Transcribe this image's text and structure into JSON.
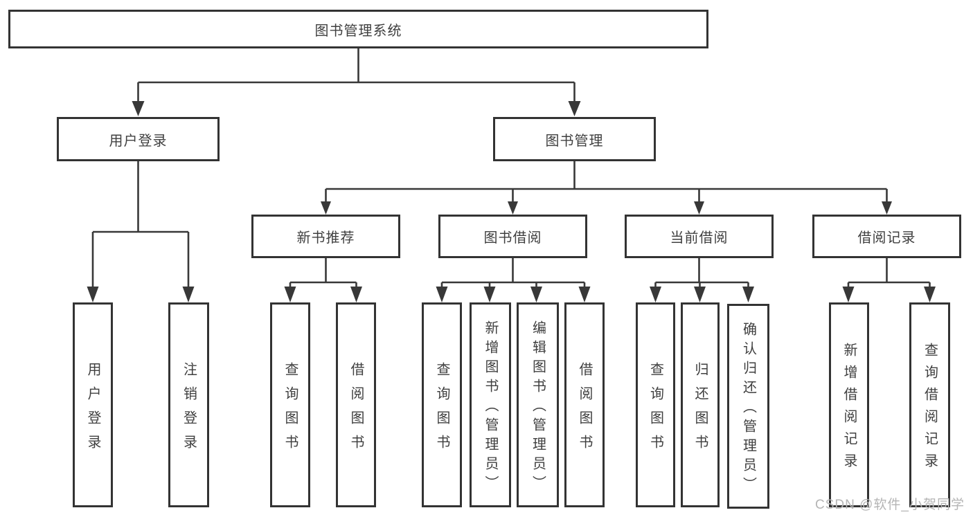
{
  "tree": {
    "root": {
      "label": "图书管理系统"
    },
    "level2": [
      {
        "label": "用户登录"
      },
      {
        "label": "图书管理"
      }
    ],
    "level3": [
      {
        "label": "新书推荐"
      },
      {
        "label": "图书借阅"
      },
      {
        "label": "当前借阅"
      },
      {
        "label": "借阅记录"
      }
    ],
    "leaves": {
      "user_login": [
        {
          "label": "用户登录"
        },
        {
          "label": "注销登录"
        }
      ],
      "new_books": [
        {
          "label": "查询图书"
        },
        {
          "label": "借阅图书"
        }
      ],
      "book_borrow": [
        {
          "label": "查询图书"
        },
        {
          "label": "新增图书（管理员）"
        },
        {
          "label": "编辑图书（管理员）"
        },
        {
          "label": "借阅图书"
        }
      ],
      "current_borrow": [
        {
          "label": "查询图书"
        },
        {
          "label": "归还图书"
        },
        {
          "label": "确认归还（管理员）"
        }
      ],
      "borrow_records": [
        {
          "label": "新增借阅记录"
        },
        {
          "label": "查询借阅记录"
        }
      ]
    }
  },
  "watermark": {
    "text": "CSDN @软件_小贺同学"
  },
  "colors": {
    "line": "#383838",
    "border": "#333333",
    "text": "#3f3f3f",
    "background": "#ffffff",
    "watermark": "#b5b5b5"
  }
}
